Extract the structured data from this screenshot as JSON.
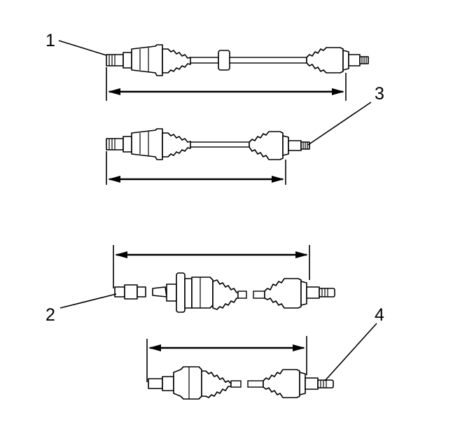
{
  "callouts": [
    {
      "id": "1",
      "label": "1"
    },
    {
      "id": "2",
      "label": "2"
    },
    {
      "id": "3",
      "label": "3"
    },
    {
      "id": "4",
      "label": "4"
    }
  ],
  "icons": [
    "drive-axle-icon",
    "length-dimension-icon"
  ],
  "colors": {
    "ink": "#000000",
    "background": "#ffffff"
  }
}
